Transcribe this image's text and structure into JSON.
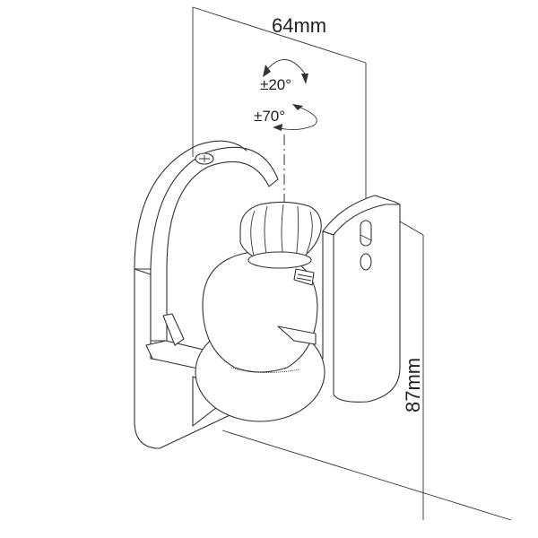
{
  "diagram": {
    "subject": "Speaker wall mount bracket",
    "dimensions": {
      "width_label": "64mm",
      "height_label": "87mm"
    },
    "rotations": {
      "tilt_label": "±20°",
      "swivel_label": "±70°"
    },
    "colors": {
      "line": "#333333",
      "background": "#ffffff"
    }
  }
}
